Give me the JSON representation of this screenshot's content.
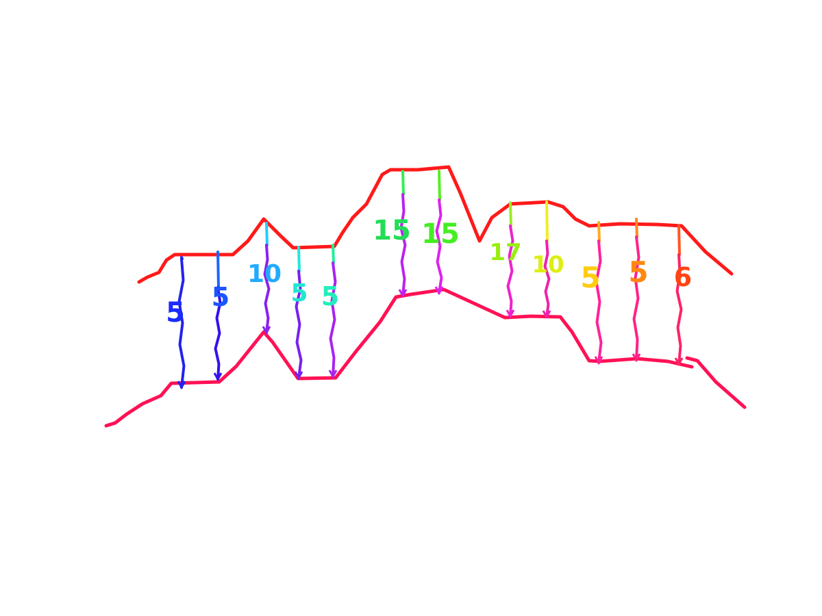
{
  "diagram": {
    "top_line_color": "#ff1a1a",
    "bottom_line_color": "#ff1155",
    "measurements": [
      {
        "label": "5",
        "top_color": "#1a33ff",
        "shaft_color": "#2222ee",
        "label_color": "#1a2bff"
      },
      {
        "label": "5",
        "top_color": "#1a66ff",
        "shaft_color": "#3311ee",
        "label_color": "#1a55ff"
      },
      {
        "label": "10",
        "top_color": "#22ccff",
        "shaft_color": "#8a22ee",
        "label_color": "#22aaff"
      },
      {
        "label": "5",
        "top_color": "#22e6dd",
        "shaft_color": "#7722ee",
        "label_color": "#22e6d0"
      },
      {
        "label": "5",
        "top_color": "#22ee99",
        "shaft_color": "#aa22ee",
        "label_color": "#22eebb"
      },
      {
        "label": "15",
        "top_color": "#33ee55",
        "shaft_color": "#bb22ee",
        "label_color": "#22dd55"
      },
      {
        "label": "15",
        "top_color": "#55ee22",
        "shaft_color": "#dd22ee",
        "label_color": "#44ee22"
      },
      {
        "label": "17",
        "top_color": "#99ee22",
        "shaft_color": "#ee22cc",
        "label_color": "#99ee11"
      },
      {
        "label": "10",
        "top_color": "#eeee22",
        "shaft_color": "#ee22aa",
        "label_color": "#ddee11"
      },
      {
        "label": "5",
        "top_color": "#ffaa22",
        "shaft_color": "#ff2299",
        "label_color": "#ffcc11"
      },
      {
        "label": "5",
        "top_color": "#ff8822",
        "shaft_color": "#ff2288",
        "label_color": "#ff8811"
      },
      {
        "label": "6",
        "top_color": "#ff5522",
        "shaft_color": "#ff2266",
        "label_color": "#ff4411"
      }
    ]
  }
}
